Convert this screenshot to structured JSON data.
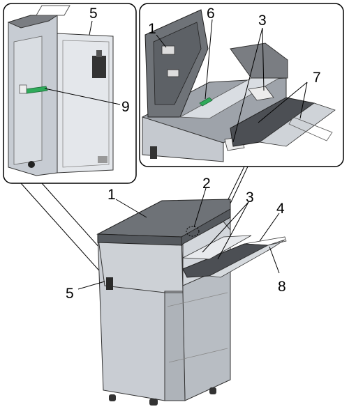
{
  "diagram": {
    "callouts": {
      "left_inset": {
        "door": "5",
        "tool": "9"
      },
      "right_inset": {
        "cover": "1",
        "tool": "6",
        "guides": "3",
        "trays": "7"
      },
      "main": {
        "cover": "1",
        "switch": "2",
        "guides": "3",
        "tray": "4",
        "door": "5",
        "extension": "8"
      }
    }
  }
}
